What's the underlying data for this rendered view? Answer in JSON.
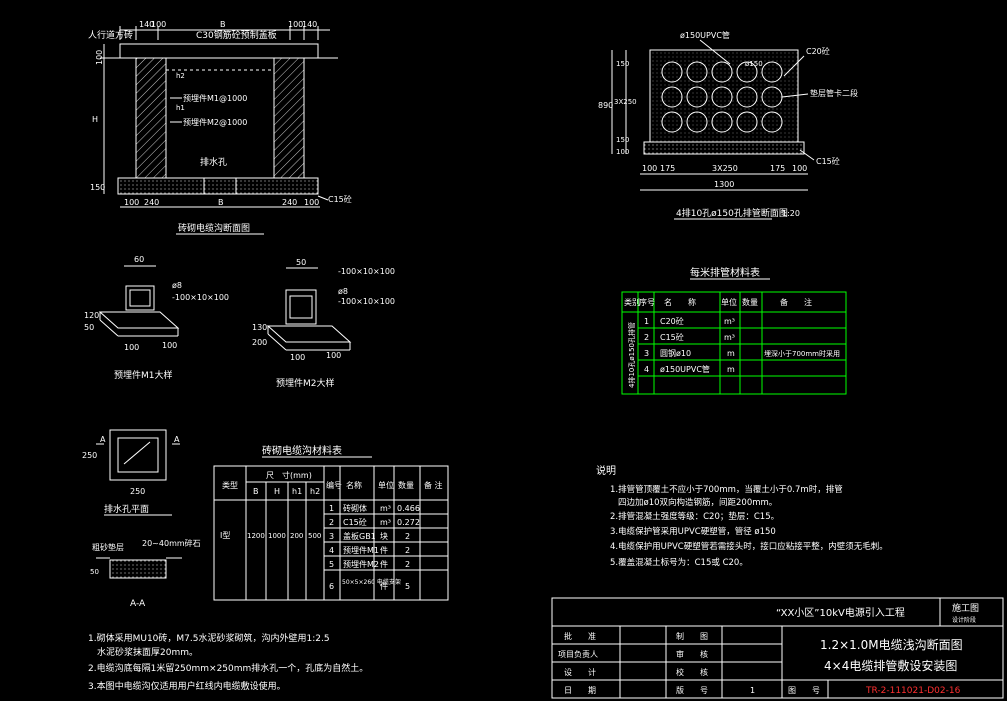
{
  "trench_section": {
    "labels": {
      "sidewalk": "人行道方砖",
      "cover": "C30钢筋砼预制盖板",
      "embed1": "预埋件M1@1000",
      "embed2": "预埋件M2@1000",
      "drain": "排水孔",
      "c15": "C15砼",
      "dim_top": [
        "140",
        "100",
        "B",
        "100",
        "140"
      ],
      "dim_bottom": [
        "100",
        "240",
        "B",
        "240",
        "100"
      ],
      "dim_left": [
        "100",
        "H",
        "150"
      ],
      "h1": "h1",
      "h2": "h2"
    },
    "caption": "砖砌电缆沟断面图"
  },
  "embed_m1": {
    "caption": "预埋件M1大样",
    "dims": [
      "60",
      "100",
      "120",
      "100",
      "50"
    ],
    "note_rod": "ø8",
    "note_plate": "-100×10×100"
  },
  "embed_m2": {
    "caption": "预埋件M2大样",
    "dims": [
      "50",
      "100",
      "130",
      "200",
      "100"
    ],
    "note_rod": "ø8",
    "note_plate1": "-100×10×100",
    "note_plate2": "-100×10×100"
  },
  "drain_hole": {
    "caption": "排水孔平面",
    "dim": "250",
    "dim_w": "250",
    "mark": "A",
    "section_caption": "A-A",
    "note_layer": "粗砂垫层",
    "note_stone": "20~40mm碎石",
    "note_thick": "50"
  },
  "trench_table": {
    "title": "砖砌电缆沟材料表",
    "headers": [
      "类型",
      "尺　寸(mm)",
      "编号",
      "名称",
      "单位",
      "数量",
      "备 注"
    ],
    "subheaders": [
      "B",
      "H",
      "h1",
      "h2"
    ],
    "type": "I型",
    "dims": [
      "1200",
      "1000",
      "200",
      "500"
    ],
    "rows": [
      {
        "no": "1",
        "name": "砖砌体",
        "unit": "m³",
        "qty": "0.466"
      },
      {
        "no": "2",
        "name": "C15砼",
        "unit": "m³",
        "qty": "0.272"
      },
      {
        "no": "3",
        "name": "盖板GB1",
        "unit": "块",
        "qty": "2"
      },
      {
        "no": "4",
        "name": "预埋件M1",
        "unit": "件",
        "qty": "2"
      },
      {
        "no": "5",
        "name": "预埋件M2",
        "unit": "件",
        "qty": "2"
      },
      {
        "no": "6",
        "name": "50×5×260 电缆支架",
        "unit": "件",
        "qty": "5"
      }
    ]
  },
  "notes_left": [
    "1.砌体采用MU10砖，M7.5水泥砂浆砌筑，沟内外壁用1:2.5",
    "水泥砂浆抹面厚20mm。",
    "2.电缆沟底每隔1米留250mm×250mm排水孔一个，孔底为自然土。",
    "3.本图中电缆沟仅适用用户红线内电缆敷设使用。"
  ],
  "duct_section": {
    "caption": "4排10孔ø150孔排管断面图",
    "scale": "1:20",
    "labels": {
      "pipe": "ø150UPVC管",
      "c20": "C20砼",
      "spacer": "垫层管卡二段",
      "c15": "C15砼",
      "phi": "ø150"
    },
    "dims_bottom": [
      "100",
      "175",
      "3X250",
      "175",
      "100"
    ],
    "total": "1300",
    "dims_left": [
      "890",
      "100",
      "150",
      "3X250",
      "150"
    ]
  },
  "duct_table": {
    "title": "每米排管材料表",
    "headers": [
      "类别",
      "序号",
      "名　　称",
      "单位",
      "数量",
      "备　　注"
    ],
    "category": "4排10孔ø150孔排管",
    "rows": [
      {
        "no": "1",
        "name": "C20砼",
        "unit": "m³",
        "qty": "",
        "note": ""
      },
      {
        "no": "2",
        "name": "C15砼",
        "unit": "m³",
        "qty": "",
        "note": ""
      },
      {
        "no": "3",
        "name": "圆钢ø10",
        "unit": "m",
        "qty": "",
        "note": "埋深小于700mm时采用"
      },
      {
        "no": "4",
        "name": "ø150UPVC管",
        "unit": "m",
        "qty": "",
        "note": ""
      }
    ]
  },
  "notes_right": {
    "title": "说明",
    "items": [
      "1.排管管顶覆土不应小于700mm，当覆土小于0.7m时，排管",
      "四边加ø10双向构造钢筋，间距200mm。",
      "2.排管混凝土强度等级：C20；垫层：C15。",
      "3.电缆保护管采用UPVC硬塑管，管径 ø150",
      "4.电缆保护用UPVC硬塑管若需接头时，接口应粘接平整，内壁须无毛刺。",
      "5.覆盖混凝土标号为：C15或 C20。"
    ]
  },
  "title_block": {
    "project": "“XX小区”10kV电源引入工程",
    "stage": "施工图",
    "stage_sub": "设计阶段",
    "drawing_title1": "1.2×1.0M电缆浅沟断面图",
    "drawing_title2": "4×4电缆排管敷设安装图",
    "left_labels": [
      "批　　准",
      "项目负责人",
      "设　　计",
      "日　　期"
    ],
    "mid_labels": [
      "制　　图",
      "审　　核",
      "校　　核",
      "版　　号"
    ],
    "version": "1",
    "drawing_no_label": "图　　号",
    "drawing_no": "TR-2-111021-D02-16"
  }
}
